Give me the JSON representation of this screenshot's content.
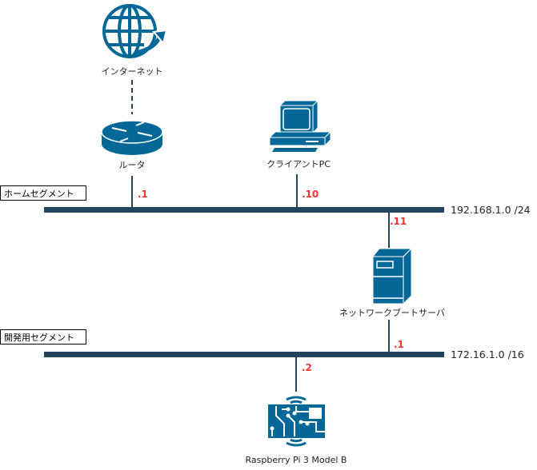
{
  "colors": {
    "icon": "#036897",
    "bus": "#23445d",
    "ip": "#ff3333"
  },
  "nodes": {
    "internet": {
      "label": "インターネット",
      "icon": "globe-icon"
    },
    "router": {
      "label": "ルータ",
      "icon": "router-icon"
    },
    "client": {
      "label": "クライアントPC",
      "icon": "pc-icon"
    },
    "server": {
      "label": "ネットワークブートサーバ",
      "icon": "server-icon"
    },
    "pi": {
      "label": "Raspberry Pi 3 Model B",
      "icon": "board-icon"
    }
  },
  "segments": {
    "home": {
      "label": "ホームセグメント",
      "network": "192.168.1.0 /24"
    },
    "dev": {
      "label": "開発用セグメント",
      "network": "172.16.1.0 /16"
    }
  },
  "ips": {
    "router": ".1",
    "client": ".10",
    "server_home": ".11",
    "server_dev": ".1",
    "pi": ".2"
  }
}
